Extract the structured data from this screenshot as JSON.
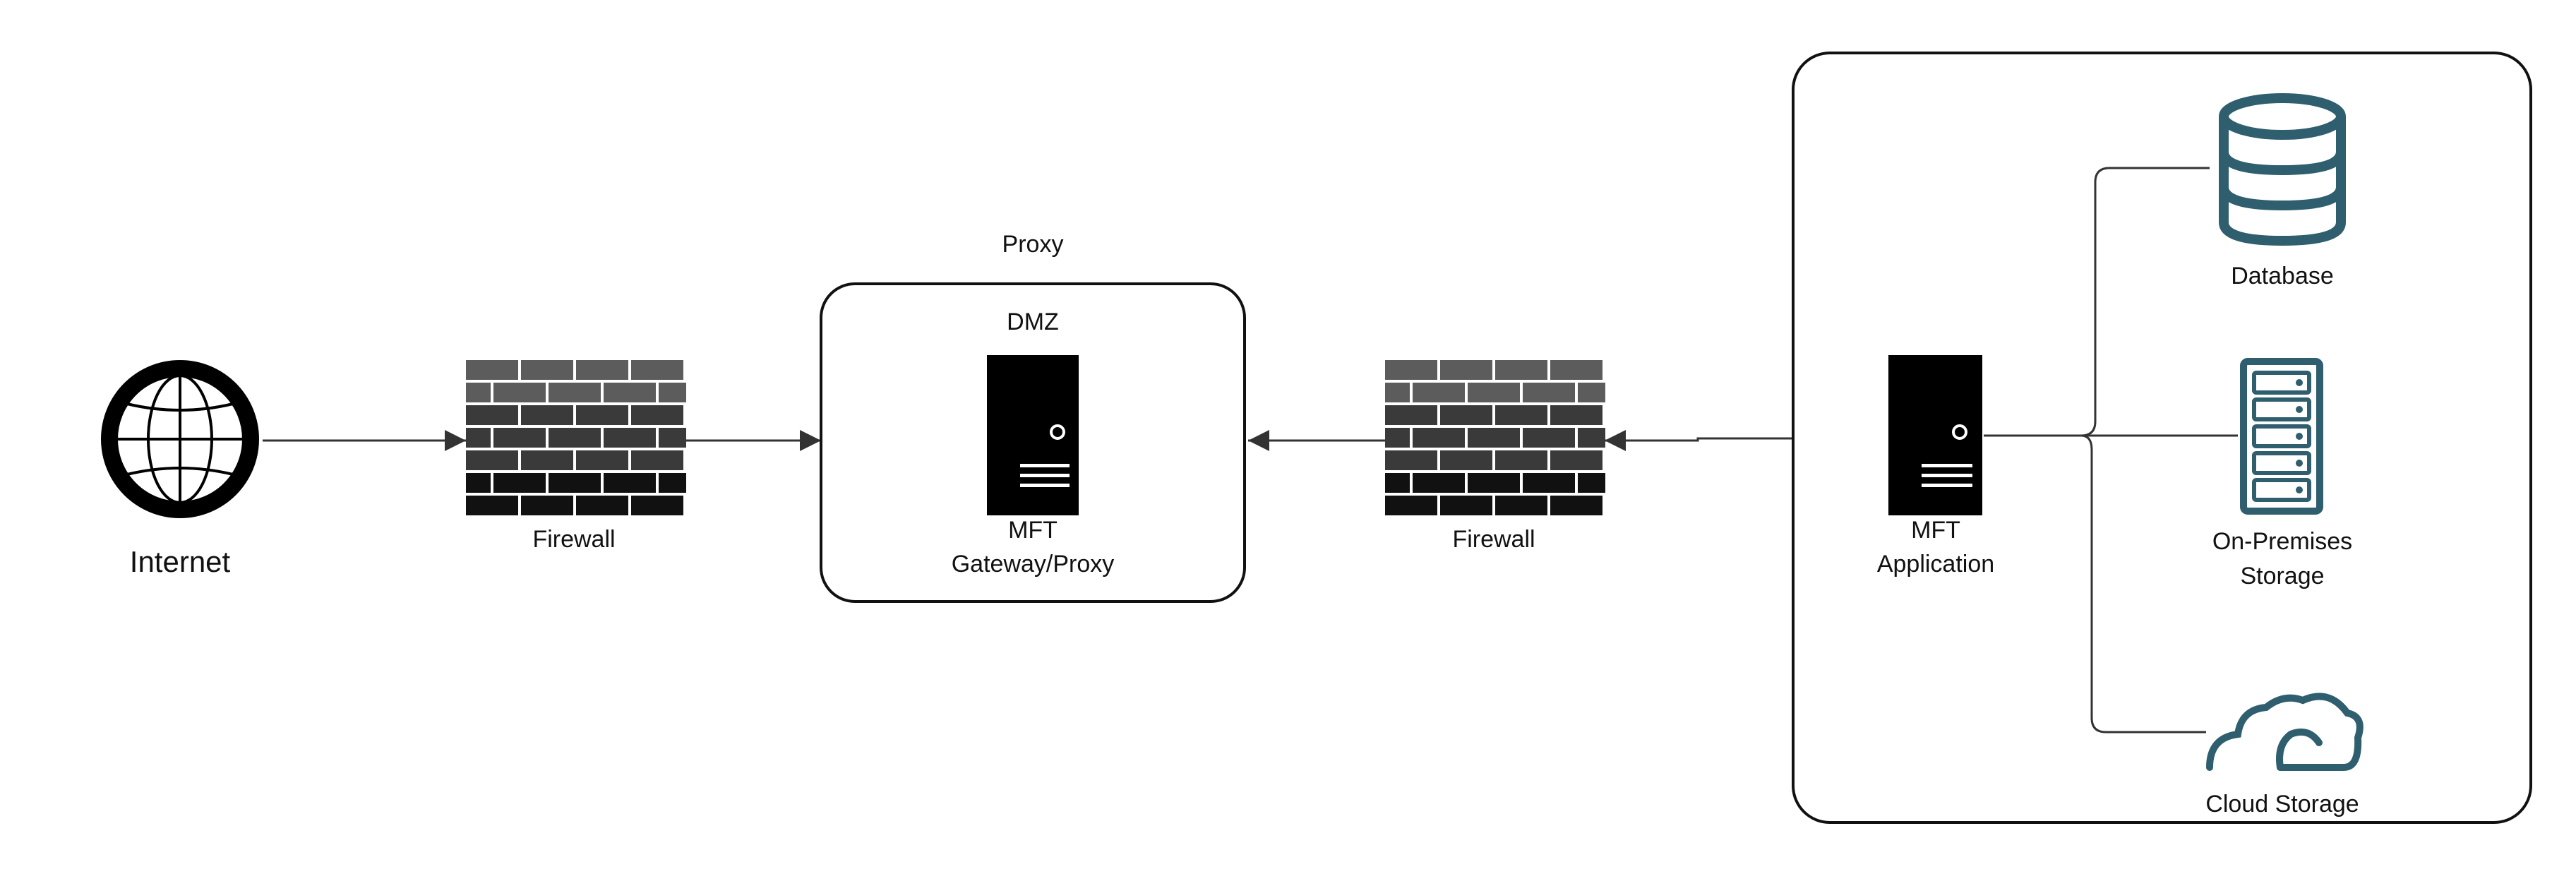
{
  "diagram": {
    "internet": {
      "label": "Internet"
    },
    "firewall_left": {
      "label": "Firewall"
    },
    "proxy_zone": {
      "title": "Proxy",
      "subtitle": "DMZ"
    },
    "gateway": {
      "label_line1": "MFT",
      "label_line2": "Gateway/Proxy"
    },
    "firewall_right": {
      "label": "Firewall"
    },
    "app": {
      "label_line1": "MFT",
      "label_line2": "Application"
    },
    "database": {
      "label": "Database"
    },
    "onprem": {
      "label_line1": "On-Premises",
      "label_line2": "Storage"
    },
    "cloud": {
      "label": "Cloud Storage"
    }
  },
  "colors": {
    "storage_icon": "#2f5e6e",
    "brick_top": "#5c5c5c",
    "brick_mid": "#3a3a3a",
    "brick_bottom": "#111111",
    "line": "#333333"
  }
}
